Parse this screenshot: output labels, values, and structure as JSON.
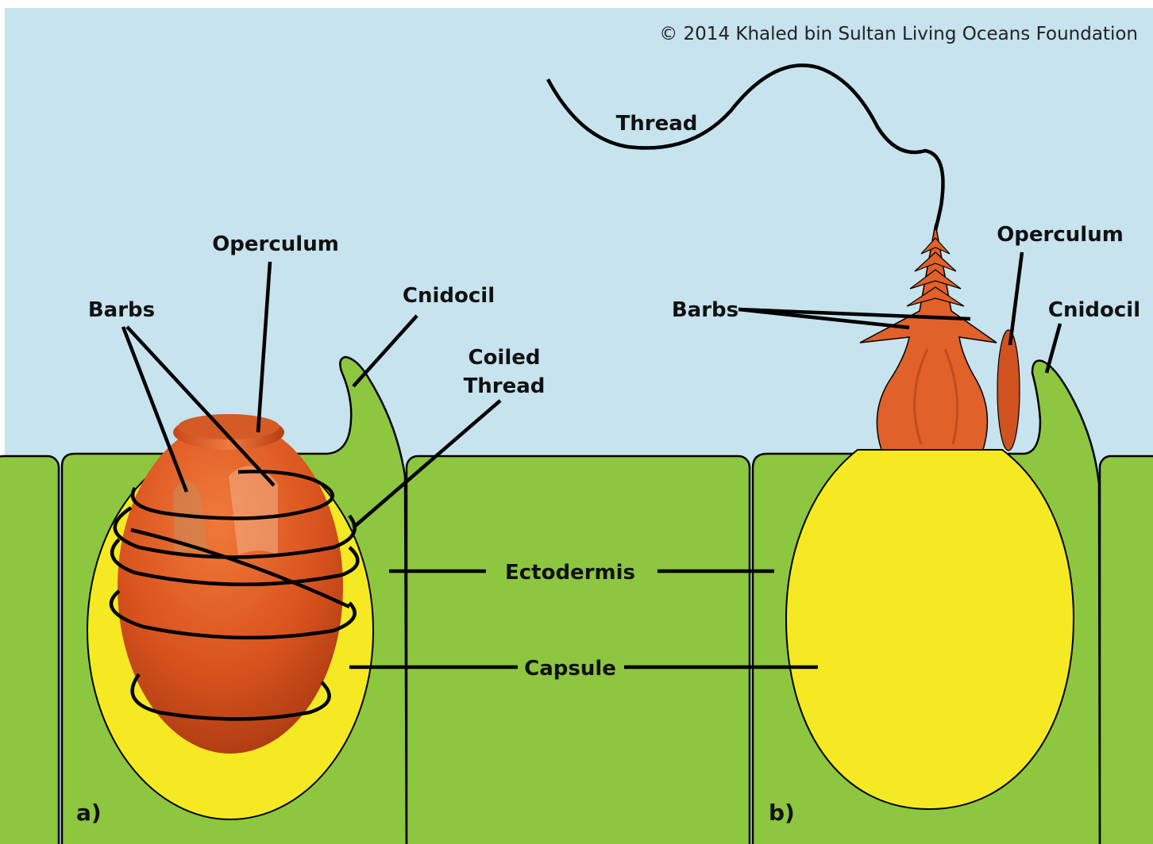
{
  "copyright": "© 2014 Khaled bin Sultan Living Oceans Foundation",
  "colors": {
    "water": "#c6e3ee",
    "cell": "#8dc63f",
    "capsule": "#f5e923",
    "nematocyst": "#e0612a",
    "outline": "#000000"
  },
  "panel_a": {
    "tag": "a)",
    "labels": {
      "operculum": "Operculum",
      "barbs": "Barbs",
      "cnidocil": "Cnidocil",
      "coiled_line1": "Coiled",
      "coiled_line2": "Thread"
    }
  },
  "panel_b": {
    "tag": "b)",
    "labels": {
      "thread": "Thread",
      "operculum": "Operculum",
      "barbs": "Barbs",
      "cnidocil": "Cnidocil"
    }
  },
  "shared": {
    "ectodermis": "Ectodermis",
    "capsule": "Capsule"
  }
}
